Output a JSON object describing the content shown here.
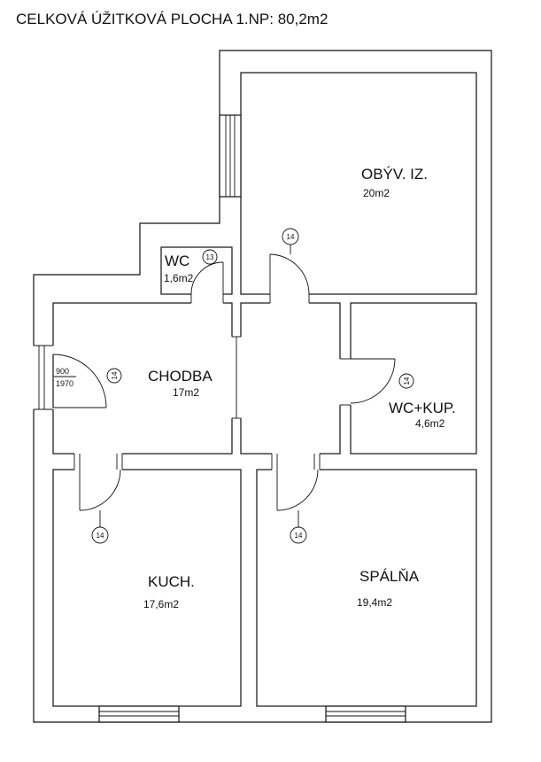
{
  "title": "CELKOVÁ ÚŽITKOVÁ PLOCHA 1.NP: 80,2m2",
  "rooms": {
    "obyvacka": {
      "name": "OBÝV. IZ.",
      "area": "20m2"
    },
    "wc": {
      "name": "WC",
      "area": "1,6m2"
    },
    "chodba": {
      "name": "CHODBA",
      "area": "17m2"
    },
    "kupelna": {
      "name": "WC+KUP.",
      "area": "4,6m2"
    },
    "kuchyna": {
      "name": "KUCH.",
      "area": "17,6m2"
    },
    "spalna": {
      "name": "SPÁLŇA",
      "area": "19,4m2"
    }
  },
  "door_tags": {
    "living": "14",
    "wc": "13",
    "entrance": "14",
    "bath": "14",
    "kitchen": "14",
    "bedroom": "14"
  },
  "entrance_door": {
    "width": "900",
    "height": "1970"
  }
}
